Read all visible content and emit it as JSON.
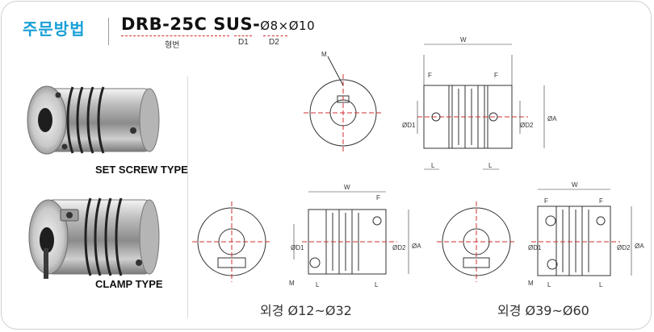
{
  "header": {
    "title": "주문방법",
    "part_number_main": "DRB-25C SUS-",
    "part_number_d1": "Ø8",
    "part_number_sep": "×",
    "part_number_d2": "Ø10",
    "labels": [
      "형번",
      "D1",
      "D2"
    ]
  },
  "products": [
    {
      "type_label": "SET SCREW TYPE"
    },
    {
      "type_label": "CLAMP TYPE"
    }
  ],
  "drawing_labels": {
    "W": "W",
    "F": "F",
    "L": "L",
    "M": "M",
    "D1": "ØD1",
    "D2": "ØD2",
    "A": "ØA"
  },
  "captions": [
    "외경  Ø12~Ø32",
    "외경  Ø39~Ø60"
  ],
  "colors": {
    "accent": "#1aa0d8",
    "centerline": "#d23030",
    "dim": "#333333"
  }
}
